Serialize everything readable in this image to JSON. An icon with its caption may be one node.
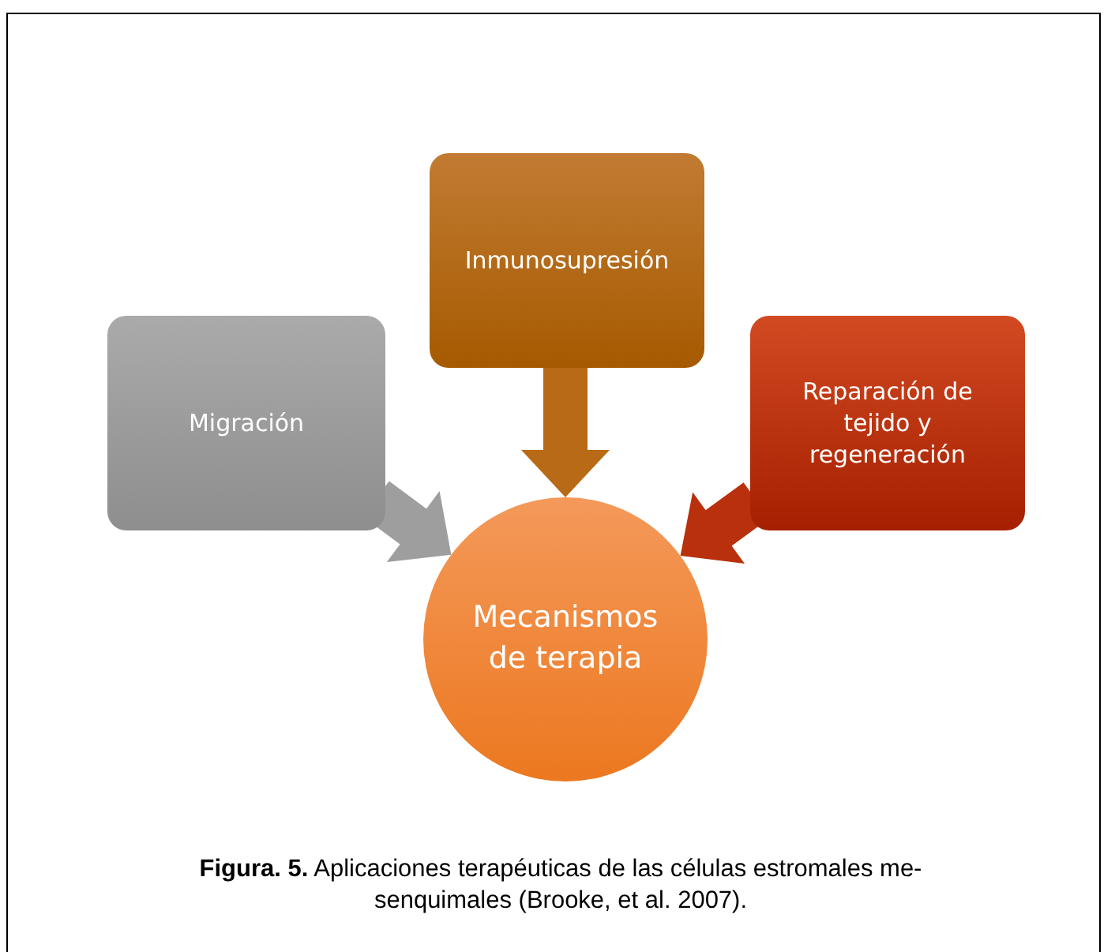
{
  "diagram": {
    "caption": "**Figura. 5.** Aplicaciones terapéuticas de las células estromales me-senquimales (Brooke, et al. 2007).",
    "nodes": [
      {
        "text": [
          "Migración"
        ]
      },
      {
        "text": [
          "Inmunosupresión"
        ]
      },
      {
        "text": [
          "Reparación de tejido y regeneración"
        ]
      },
      {
        "text": [
          "Mecanismos de terapia"
        ]
      }
    ],
    "edges": [
      {
        "from": 0,
        "to": 3,
        "arrow": "to",
        "style": "thick",
        "color": "#9e9e9e"
      },
      {
        "from": 1,
        "to": 3,
        "arrow": "to",
        "style": "thick",
        "color": "#b96a16"
      },
      {
        "from": 2,
        "to": 3,
        "arrow": "to",
        "style": "thick",
        "color": "#b8300c"
      }
    ]
  }
}
